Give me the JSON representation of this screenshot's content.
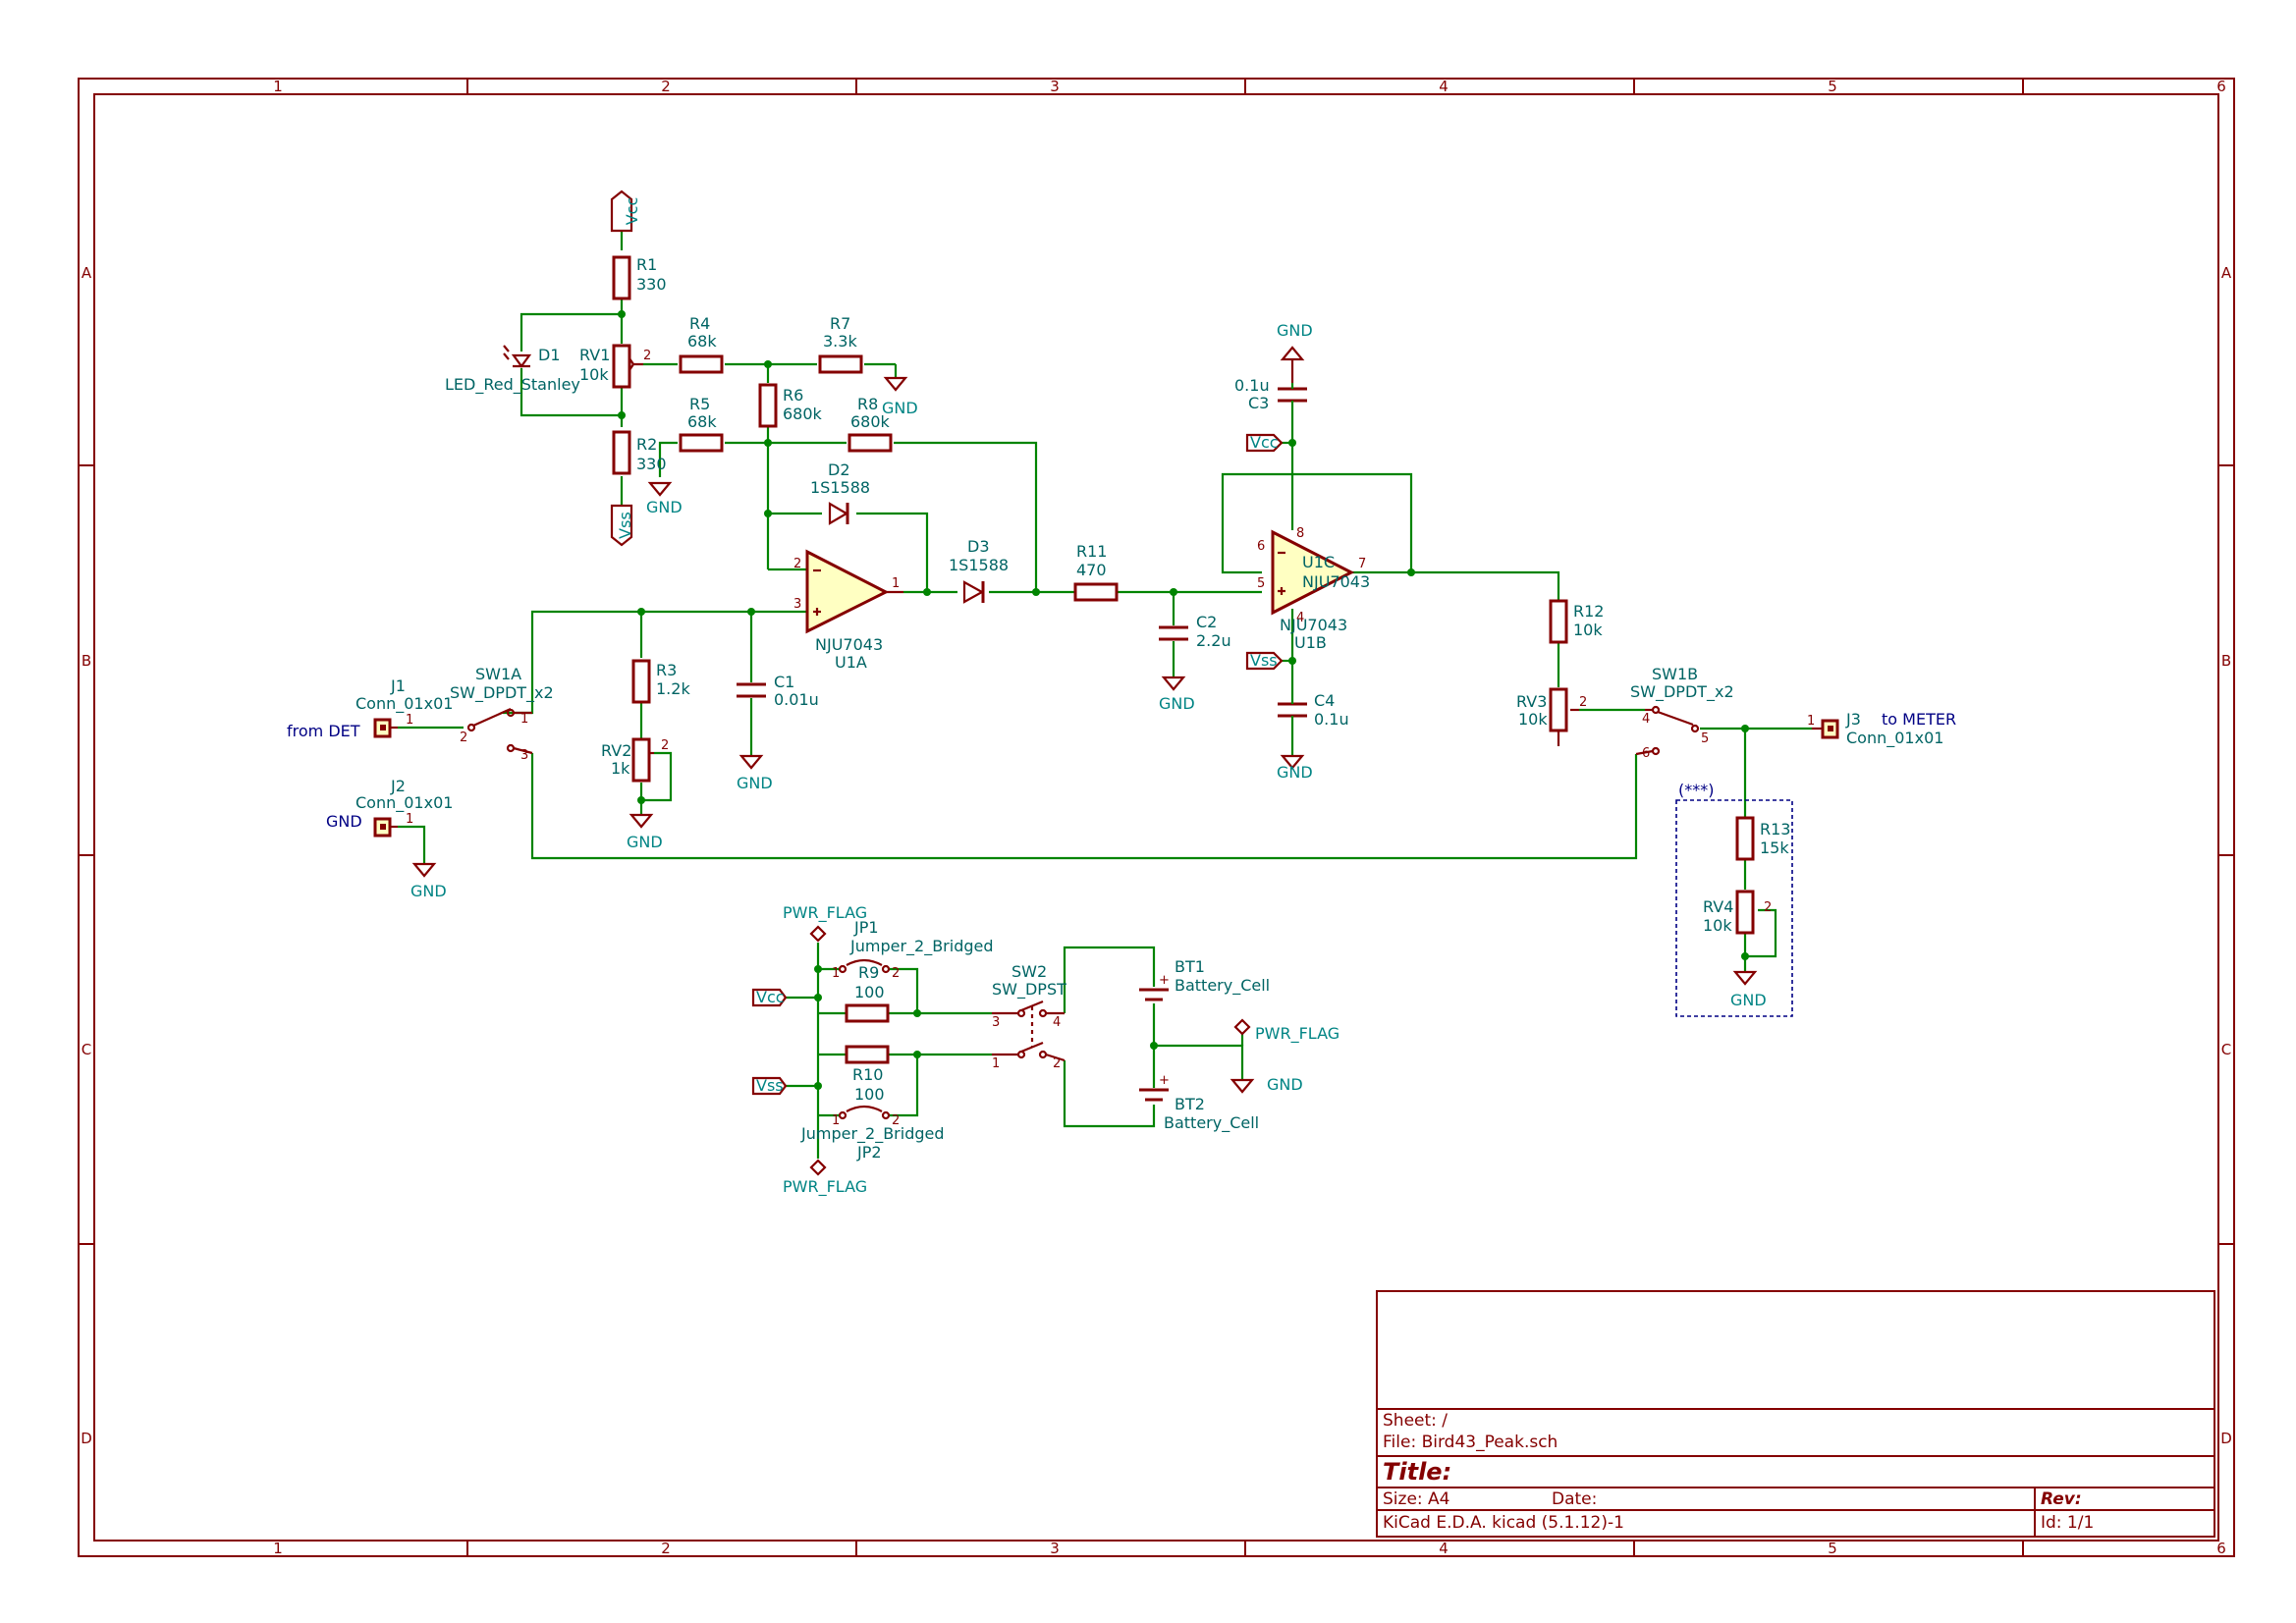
{
  "sheet_frame": {
    "columns": [
      "1",
      "2",
      "3",
      "4",
      "5",
      "6"
    ],
    "rows": [
      "A",
      "B",
      "C",
      "D"
    ]
  },
  "title_block": {
    "sheet": "Sheet: /",
    "file": "File: Bird43_Peak.sch",
    "title": "Title:",
    "size": "Size: A4",
    "date": "Date:",
    "rev": "Rev:",
    "tool": "KiCad E.D.A.  kicad (5.1.12)-1",
    "id": "Id: 1/1"
  },
  "labels": {
    "from_det": "from DET",
    "to_meter": "to METER",
    "gnd_label": "GND",
    "note": "(***)"
  },
  "power": {
    "vcc": "Vcc",
    "vss": "Vss",
    "gnd": "GND",
    "pwr_flag": "PWR_FLAG"
  },
  "components": {
    "R1": {
      "ref": "R1",
      "val": "330"
    },
    "R2": {
      "ref": "R2",
      "val": "330"
    },
    "RV1": {
      "ref": "RV1",
      "val": "10k"
    },
    "D1": {
      "ref": "D1",
      "val": "LED_Red_Stanley"
    },
    "R4": {
      "ref": "R4",
      "val": "68k"
    },
    "R5": {
      "ref": "R5",
      "val": "68k"
    },
    "R6": {
      "ref": "R6",
      "val": "680k"
    },
    "R7": {
      "ref": "R7",
      "val": "3.3k"
    },
    "R8": {
      "ref": "R8",
      "val": "680k"
    },
    "D2": {
      "ref": "D2",
      "val": "1S1588"
    },
    "D3": {
      "ref": "D3",
      "val": "1S1588"
    },
    "U1A": {
      "ref": "U1A",
      "val": "NJU7043"
    },
    "U1B": {
      "ref": "U1B",
      "val": "NJU7043"
    },
    "U1C": {
      "ref": "U1C",
      "val": "NJU7043"
    },
    "R11": {
      "ref": "R11",
      "val": "470"
    },
    "C2": {
      "ref": "C2",
      "val": "2.2u"
    },
    "C3": {
      "ref": "C3",
      "val": "0.1u"
    },
    "C4": {
      "ref": "C4",
      "val": "0.1u"
    },
    "R3": {
      "ref": "R3",
      "val": "1.2k"
    },
    "RV2": {
      "ref": "RV2",
      "val": "1k"
    },
    "C1": {
      "ref": "C1",
      "val": "0.01u"
    },
    "J1": {
      "ref": "J1",
      "val": "Conn_01x01"
    },
    "J2": {
      "ref": "J2",
      "val": "Conn_01x01"
    },
    "J3": {
      "ref": "J3",
      "val": "Conn_01x01"
    },
    "SW1A": {
      "ref": "SW1A",
      "val": "SW_DPDT_x2"
    },
    "SW1B": {
      "ref": "SW1B",
      "val": "SW_DPDT_x2"
    },
    "R12": {
      "ref": "R12",
      "val": "10k"
    },
    "RV3": {
      "ref": "RV3",
      "val": "10k"
    },
    "R13": {
      "ref": "R13",
      "val": "15k"
    },
    "RV4": {
      "ref": "RV4",
      "val": "10k"
    },
    "JP1": {
      "ref": "JP1",
      "val": "Jumper_2_Bridged"
    },
    "JP2": {
      "ref": "JP2",
      "val": "Jumper_2_Bridged"
    },
    "R9": {
      "ref": "R9",
      "val": "100"
    },
    "R10": {
      "ref": "R10",
      "val": "100"
    },
    "SW2": {
      "ref": "SW2",
      "val": "SW_DPST"
    },
    "BT1": {
      "ref": "BT1",
      "val": "Battery_Cell"
    },
    "BT2": {
      "ref": "BT2",
      "val": "Battery_Cell"
    }
  }
}
